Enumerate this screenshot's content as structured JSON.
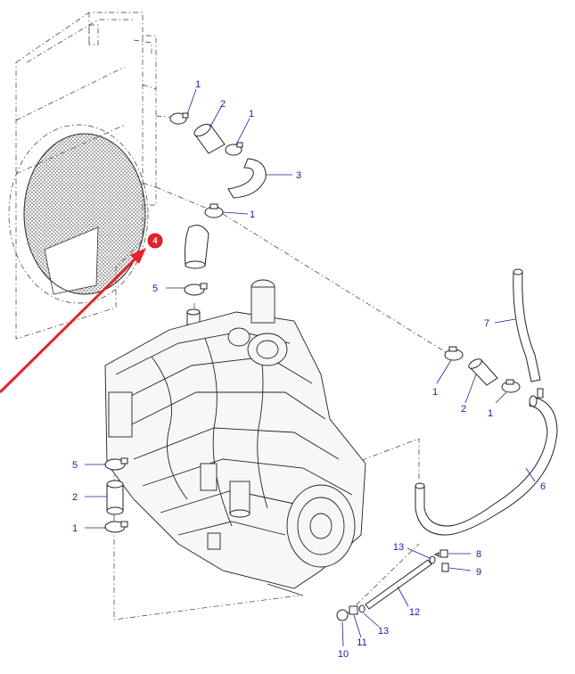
{
  "callouts": {
    "c1": "1",
    "c2": "2",
    "c3": "1",
    "c4": "3",
    "c5": "1",
    "c6": "4",
    "c7": "5",
    "c8": "7",
    "c9": "1",
    "c10": "2",
    "c11": "1",
    "c12": "6",
    "c13": "5",
    "c14": "2",
    "c15": "1",
    "c16": "13",
    "c17": "8",
    "c18": "9",
    "c19": "12",
    "c20": "10",
    "c21": "11",
    "c22": "13"
  },
  "colors": {
    "callout_text": "#1a1aa8",
    "highlight_marker": "#e8222a",
    "arrow": "#e8222a",
    "line_art": "#222222"
  }
}
